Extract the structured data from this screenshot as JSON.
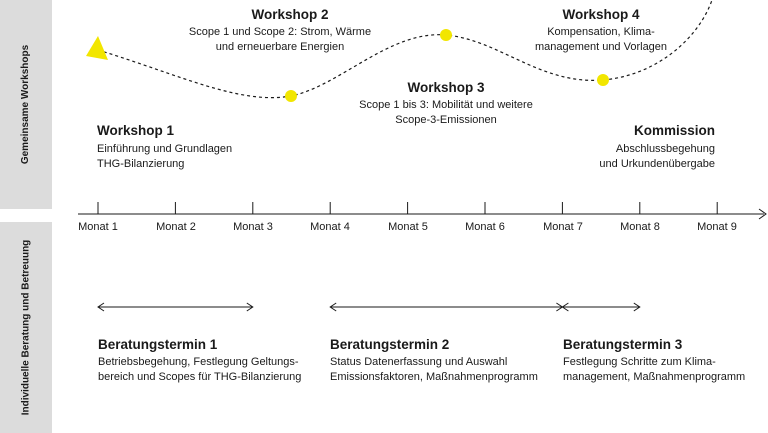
{
  "sidebar": {
    "top_label": "Gemeinsame Workshops",
    "bottom_label": "Individuelle Beratung und Betreuung"
  },
  "workshops": [
    {
      "title": "Workshop 1",
      "line1": "Einführung und Grundlagen",
      "line2": "THG-Bilanzierung"
    },
    {
      "title": "Workshop 2",
      "line1": "Scope 1 und Scope 2: Strom, Wärme",
      "line2": "und erneuerbare Energien"
    },
    {
      "title": "Workshop 3",
      "line1": "Scope 1 bis 3: Mobilität und weitere",
      "line2": "Scope-3-Emissionen"
    },
    {
      "title": "Workshop 4",
      "line1": "Kompensation, Klima-",
      "line2": "management und Vorlagen"
    },
    {
      "title": "Kommission",
      "line1": "Abschlussbegehung",
      "line2": "und Urkundenübergabe"
    }
  ],
  "timeline": {
    "months": [
      "Monat 1",
      "Monat 2",
      "Monat 3",
      "Monat 4",
      "Monat 5",
      "Monat 6",
      "Monat 7",
      "Monat 8",
      "Monat 9"
    ]
  },
  "consultations": [
    {
      "title": "Beratungstermin 1",
      "line1": "Betriebsbegehung, Festlegung Geltungs-",
      "line2": "bereich und Scopes für THG-Bilanzierung",
      "from_month": 1,
      "to_month": 3
    },
    {
      "title": "Beratungstermin 2",
      "line1": "Status Datenerfassung und Auswahl",
      "line2": "Emissionsfaktoren, Maßnahmenprogramm",
      "from_month": 4,
      "to_month": 7
    },
    {
      "title": "Beratungstermin 3",
      "line1": "Festlegung Schritte zum Klima-",
      "line2": "management, Maßnahmenprogramm",
      "from_month": 7,
      "to_month": 8
    }
  ],
  "colors": {
    "band": "#dcdcdc",
    "accent_yellow": "#f2e600",
    "line": "#1a1a1a"
  }
}
